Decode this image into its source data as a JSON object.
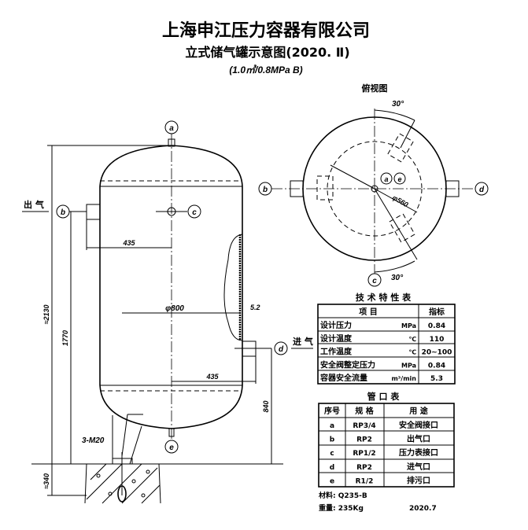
{
  "title": {
    "company": "上海申江压力容器有限公司",
    "drawing": "立式储气罐示意图(2020. Ⅱ)",
    "spec": "(1.0㎥/0.8MPa B)"
  },
  "front_view": {
    "outlet_label": "出 气",
    "inlet_label": "进 气",
    "nozzles": [
      "a",
      "b",
      "c",
      "d",
      "e"
    ],
    "dims": {
      "overall_height": "≈2130",
      "outlet_height": "1770",
      "foundation": "≈340",
      "inlet_height": "840",
      "offset_top": "435",
      "offset_bottom": "435",
      "diameter": "φ800",
      "wall": "5.2",
      "bolts": "3-M20"
    }
  },
  "top_view": {
    "title": "俯视图",
    "angle_top": "30°",
    "angle_bottom": "30°",
    "bolt_circle": "φ560",
    "labels": {
      "a": "a",
      "b": "b",
      "c": "c",
      "d": "d",
      "e": "e"
    }
  },
  "tech_table": {
    "title": "技 术 特 性 表",
    "headers": [
      "项 目",
      "指标"
    ],
    "rows": [
      {
        "item": "设计压力",
        "unit": "MPa",
        "value": "0.84"
      },
      {
        "item": "设计温度",
        "unit": "℃",
        "value": "110"
      },
      {
        "item": "工作温度",
        "unit": "℃",
        "value": "20~100"
      },
      {
        "item": "安全阀整定压力",
        "unit": "MPa",
        "value": "0.84"
      },
      {
        "item": "容器安全流量",
        "unit": "m³/min",
        "value": "5.3"
      }
    ]
  },
  "pipe_table": {
    "title": "管 口 表",
    "headers": [
      "序号",
      "规 格",
      "用 途"
    ],
    "rows": [
      {
        "no": "a",
        "spec": "RP3/4",
        "use": "安全阀接口"
      },
      {
        "no": "b",
        "spec": "RP2",
        "use": "出气口"
      },
      {
        "no": "c",
        "spec": "RP1/2",
        "use": "压力表接口"
      },
      {
        "no": "d",
        "spec": "RP2",
        "use": "进气口"
      },
      {
        "no": "e",
        "spec": "R1/2",
        "use": "排污口"
      }
    ]
  },
  "footer": {
    "material": "材料: Q235-B",
    "weight": "重量: 235Kg",
    "date": "2020.7"
  }
}
